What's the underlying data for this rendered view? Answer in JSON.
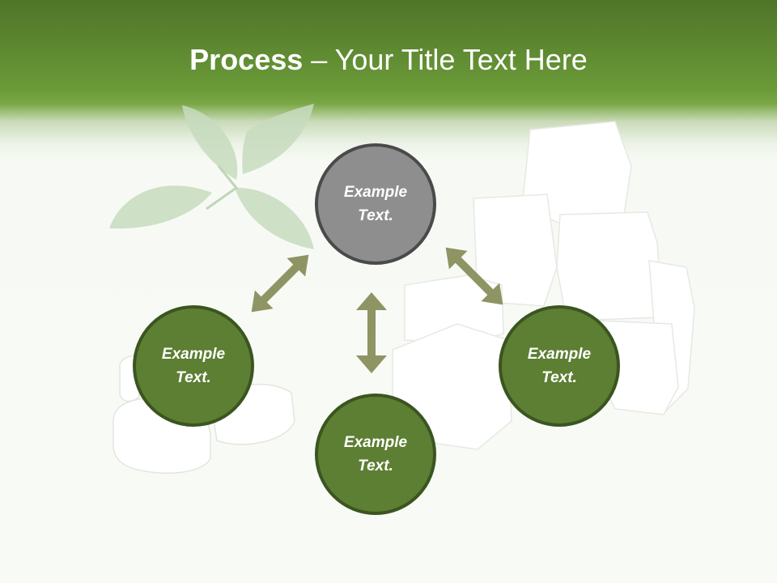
{
  "title": {
    "bold": "Process",
    "rest": " – Your Title Text Here"
  },
  "circles": {
    "top": "Example Text.",
    "left": "Example Text.",
    "right": "Example Text.",
    "bottom": "Example Text."
  },
  "colors": {
    "header_green": "#6a9a38",
    "circle_green": "#5c7f33",
    "circle_border": "#3b5520",
    "circle_gray": "#8e8e8e",
    "arrow": "#8f9464"
  }
}
